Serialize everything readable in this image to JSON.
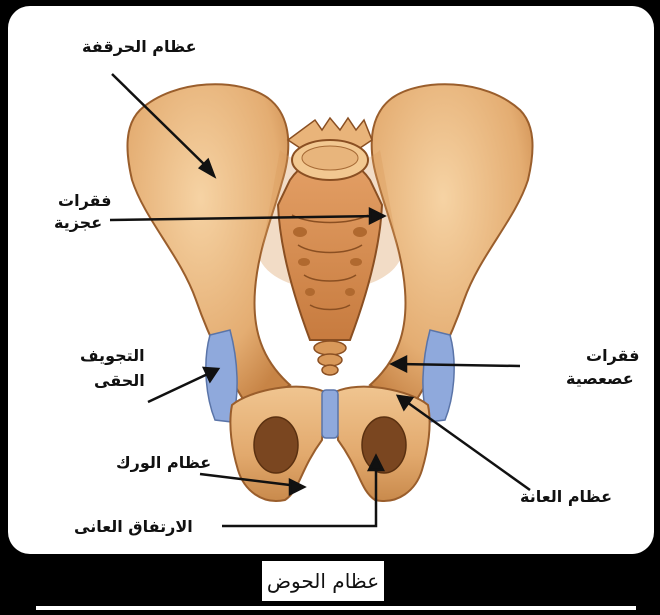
{
  "labels": {
    "ilium": "عظام الحرقفة",
    "sacrum_line1": "فقرات",
    "sacrum_line2": "عجزية",
    "acetabulum_line1": "التجويف",
    "acetabulum_line2": "الحقى",
    "coccyx_line1": "فقرات",
    "coccyx_line2": "عصعصية",
    "ischium": "عظام الورك",
    "pubis": "عظام العانة",
    "symphysis": "الارتفاق العانى"
  },
  "title": "عظام الحوض",
  "colors": {
    "background": "#000000",
    "card": "#ffffff",
    "bone": "#e9b47a",
    "bone_shadow": "#c98a4c",
    "bone_dark": "#9a5e2c",
    "cartilage": "#8fa9dc",
    "text": "#111111"
  }
}
